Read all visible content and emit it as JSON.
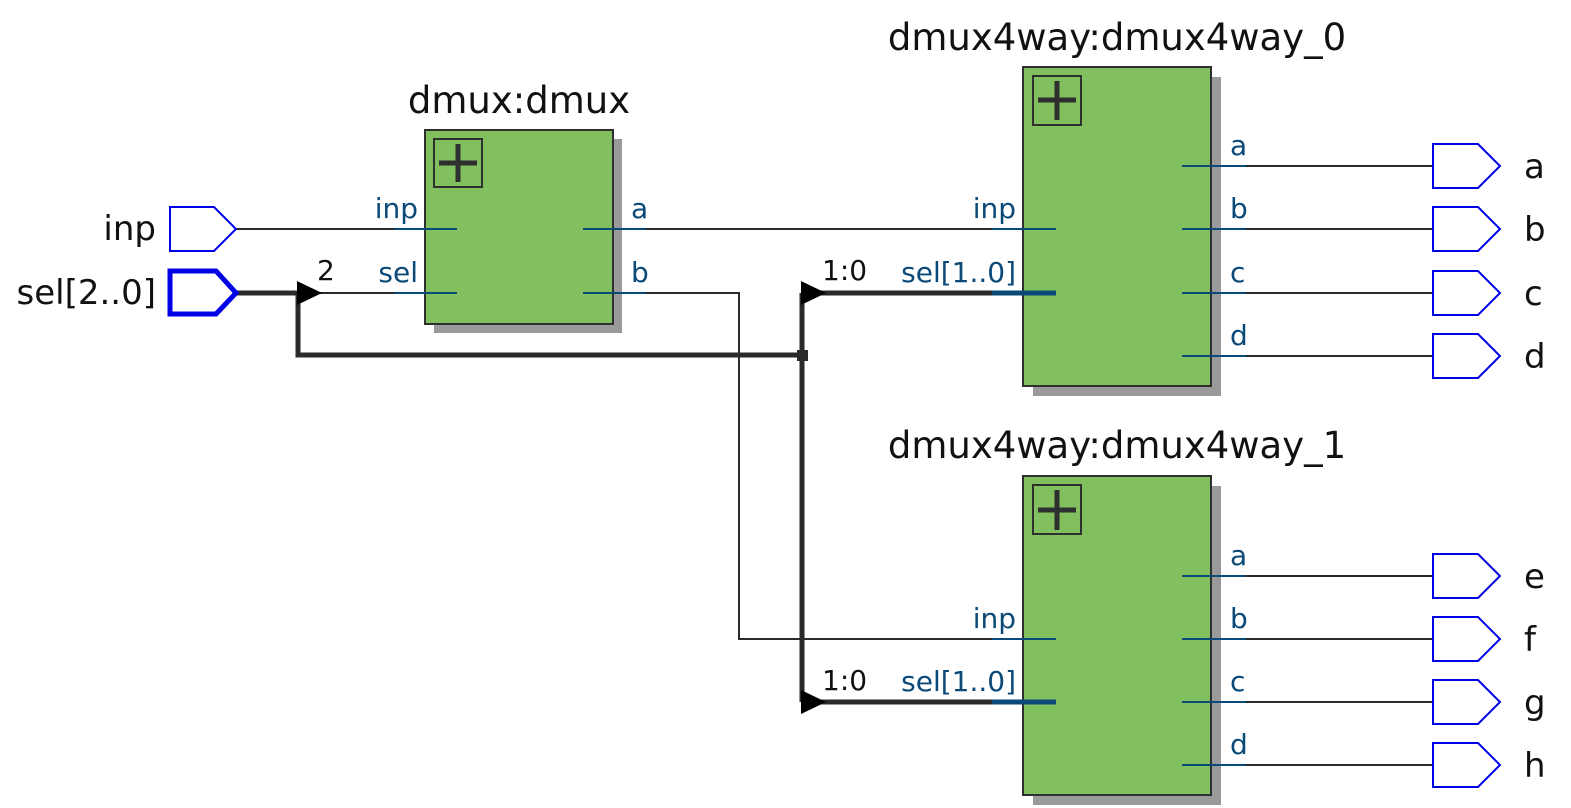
{
  "colors": {
    "block_fill": "#82bf5e",
    "block_border": "#2f2f2f",
    "shadow": "#9a9a9a",
    "pin_blue": "#0000e6",
    "port_wire": "#0b4a78",
    "wire": "#2a2a2a",
    "port_label": "#0b4a78"
  },
  "inputs": [
    {
      "id": "inp",
      "label": "inp",
      "bus": false
    },
    {
      "id": "sel",
      "label": "sel[2..0]",
      "bus": true
    }
  ],
  "outputs": [
    {
      "id": "a",
      "label": "a"
    },
    {
      "id": "b",
      "label": "b"
    },
    {
      "id": "c",
      "label": "c"
    },
    {
      "id": "d",
      "label": "d"
    },
    {
      "id": "e",
      "label": "e"
    },
    {
      "id": "f",
      "label": "f"
    },
    {
      "id": "g",
      "label": "g"
    },
    {
      "id": "h",
      "label": "h"
    }
  ],
  "blocks": {
    "dmux": {
      "title": "dmux:dmux",
      "expand_icon": "plus-icon",
      "in_ports": [
        "inp",
        "sel"
      ],
      "out_ports": [
        "a",
        "b"
      ]
    },
    "dmux4way_0": {
      "title": "dmux4way:dmux4way_0",
      "expand_icon": "plus-icon",
      "in_ports": [
        "inp",
        "sel[1..0]"
      ],
      "out_ports": [
        "a",
        "b",
        "c",
        "d"
      ]
    },
    "dmux4way_1": {
      "title": "dmux4way:dmux4way_1",
      "expand_icon": "plus-icon",
      "in_ports": [
        "inp",
        "sel[1..0]"
      ],
      "out_ports": [
        "a",
        "b",
        "c",
        "d"
      ]
    }
  },
  "bus_taps": {
    "dmux_sel": "2",
    "dmux4way_0_sel": "1:0",
    "dmux4way_1_sel": "1:0"
  }
}
